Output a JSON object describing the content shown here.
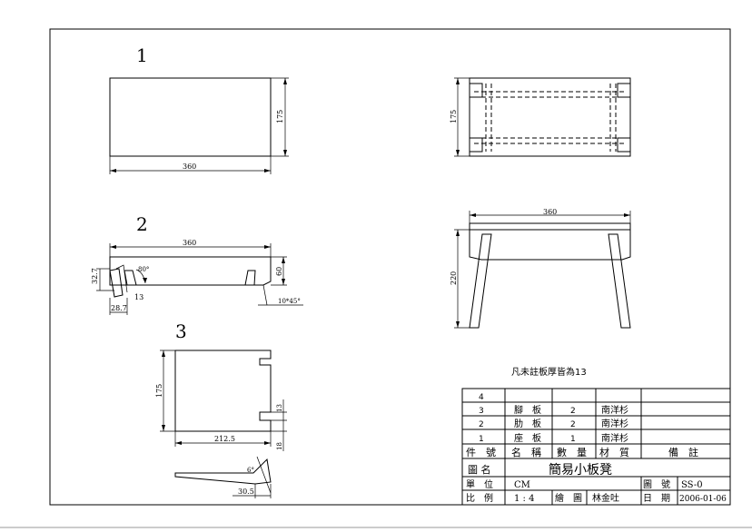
{
  "views": {
    "view1": {
      "number": "1",
      "width": "360",
      "height": "175"
    },
    "view2": {
      "number": "2",
      "width": "360",
      "height": "60",
      "d_32_7": "32.7",
      "d_28_7": "28.7",
      "d_13": "13",
      "angle": "80°",
      "chamfer": "10*45°"
    },
    "view3": {
      "number": "3",
      "height": "175",
      "width": "212.5",
      "d_13": "13",
      "d_18": "18",
      "d_30_5": "30.5",
      "angle": "6°"
    },
    "top_view": {
      "height": "175"
    },
    "front_view": {
      "width": "360",
      "height": "220"
    }
  },
  "note": "凡未註板厚皆為13",
  "title_block": {
    "rows": [
      {
        "no": "4",
        "name": "",
        "qty": "",
        "material": "",
        "remark": ""
      },
      {
        "no": "3",
        "name": "腳　板",
        "qty": "2",
        "material": "南洋杉",
        "remark": ""
      },
      {
        "no": "2",
        "name": "肋　板",
        "qty": "2",
        "material": "南洋杉",
        "remark": ""
      },
      {
        "no": "1",
        "name": "座　板",
        "qty": "1",
        "material": "南洋杉",
        "remark": ""
      }
    ],
    "headers": {
      "no": "件　號",
      "name": "名　稱",
      "qty": "數　量",
      "material": "材　質",
      "remark": "備　註"
    },
    "drawing_name_label": "圖 名",
    "drawing_name": "簡易小板凳",
    "unit_label": "單　位",
    "unit": "CM",
    "drawing_no_label": "圖　號",
    "drawing_no": "SS-0",
    "scale_label": "比　例",
    "scale": "1 : 4",
    "drawn_label": "繪　圖",
    "drawn_by": "林金吐",
    "date_label": "日　期",
    "date": "2006-01-06"
  }
}
